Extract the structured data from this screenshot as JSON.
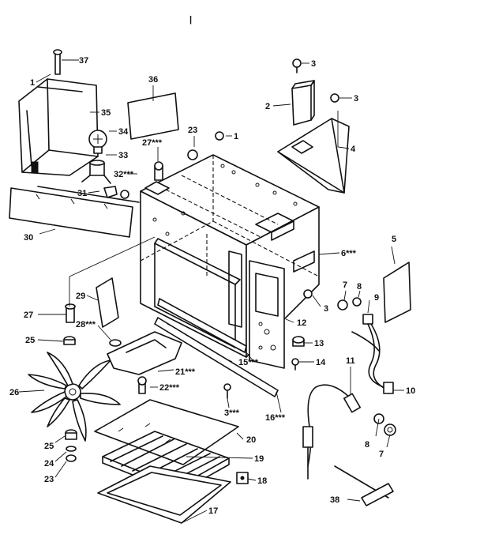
{
  "diagram": {
    "top_mark": "|",
    "callouts": [
      {
        "id": "c37",
        "text": "37"
      },
      {
        "id": "c1a",
        "text": "1"
      },
      {
        "id": "c35",
        "text": "35"
      },
      {
        "id": "c36",
        "text": "36"
      },
      {
        "id": "c34",
        "text": "34"
      },
      {
        "id": "c33",
        "text": "33"
      },
      {
        "id": "c32",
        "text": "32***"
      },
      {
        "id": "c31",
        "text": "31"
      },
      {
        "id": "c30",
        "text": "30"
      },
      {
        "id": "c23a",
        "text": "23"
      },
      {
        "id": "c27a",
        "text": "27***"
      },
      {
        "id": "c1b",
        "text": "1"
      },
      {
        "id": "c3a",
        "text": "3"
      },
      {
        "id": "c2",
        "text": "2"
      },
      {
        "id": "c3b",
        "text": "3"
      },
      {
        "id": "c4",
        "text": "4"
      },
      {
        "id": "c5",
        "text": "5"
      },
      {
        "id": "c6",
        "text": "6***"
      },
      {
        "id": "c7a",
        "text": "7"
      },
      {
        "id": "c8a",
        "text": "8"
      },
      {
        "id": "c9",
        "text": "9"
      },
      {
        "id": "c3c",
        "text": "3"
      },
      {
        "id": "c12",
        "text": "12"
      },
      {
        "id": "c13",
        "text": "13"
      },
      {
        "id": "c14",
        "text": "14"
      },
      {
        "id": "c11",
        "text": "11"
      },
      {
        "id": "c10",
        "text": "10"
      },
      {
        "id": "c29",
        "text": "29"
      },
      {
        "id": "c27b",
        "text": "27"
      },
      {
        "id": "c28",
        "text": "28***"
      },
      {
        "id": "c25a",
        "text": "25"
      },
      {
        "id": "c26",
        "text": "26"
      },
      {
        "id": "c21",
        "text": "21***"
      },
      {
        "id": "c22",
        "text": "22***"
      },
      {
        "id": "c15",
        "text": "15***"
      },
      {
        "id": "c3d",
        "text": "3***"
      },
      {
        "id": "c16",
        "text": "16***"
      },
      {
        "id": "c20",
        "text": "20"
      },
      {
        "id": "c8b",
        "text": "8"
      },
      {
        "id": "c7b",
        "text": "7"
      },
      {
        "id": "c25b",
        "text": "25"
      },
      {
        "id": "c24",
        "text": "24"
      },
      {
        "id": "c23b",
        "text": "23"
      },
      {
        "id": "c19",
        "text": "19"
      },
      {
        "id": "c18",
        "text": "18"
      },
      {
        "id": "c17",
        "text": "17"
      },
      {
        "id": "c38",
        "text": "38"
      }
    ]
  }
}
